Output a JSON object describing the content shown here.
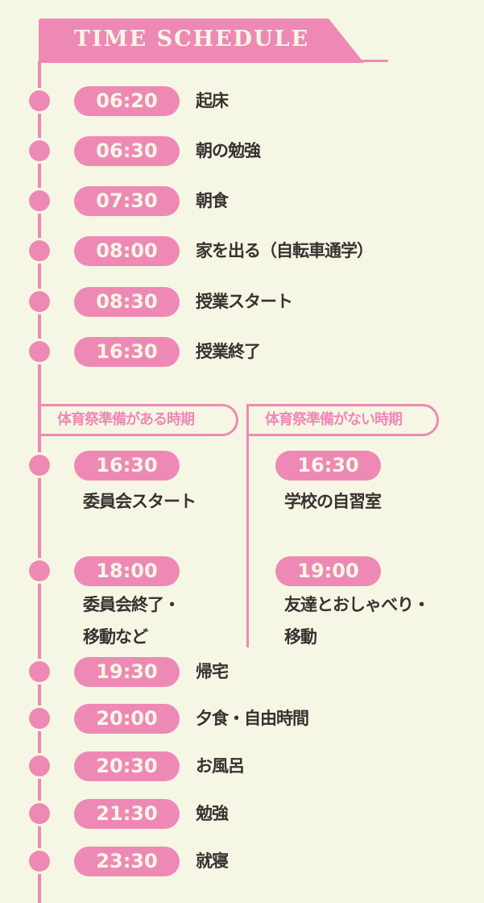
{
  "title": "TIME SCHEDULE",
  "colors": {
    "accent": "#ee89b5",
    "background": "#f5f7e4",
    "text": "#3a3030"
  },
  "schedule_top": [
    {
      "time": "06:20",
      "label": "起床"
    },
    {
      "time": "06:30",
      "label": "朝の勉強"
    },
    {
      "time": "07:30",
      "label": "朝食"
    },
    {
      "time": "08:00",
      "label": "家を出る（自転車通学）"
    },
    {
      "time": "08:30",
      "label": "授業スタート"
    },
    {
      "time": "16:30",
      "label": "授業終了"
    }
  ],
  "branches": {
    "with_prep": {
      "heading": "体育祭準備がある時期",
      "items": [
        {
          "time": "16:30",
          "line1": "委員会スタート"
        },
        {
          "time": "18:00",
          "line1": "委員会終了・",
          "line2": "移動など"
        }
      ]
    },
    "without_prep": {
      "heading": "体育祭準備がない時期",
      "items": [
        {
          "time": "16:30",
          "line1": "学校の自習室"
        },
        {
          "time": "19:00",
          "line1": "友達とおしゃべり・",
          "line2": "移動"
        }
      ]
    }
  },
  "schedule_bottom": [
    {
      "time": "19:30",
      "label": "帰宅"
    },
    {
      "time": "20:00",
      "label": "夕食・自由時間"
    },
    {
      "time": "20:30",
      "label": "お風呂"
    },
    {
      "time": "21:30",
      "label": "勉強"
    },
    {
      "time": "23:30",
      "label": "就寝"
    }
  ]
}
